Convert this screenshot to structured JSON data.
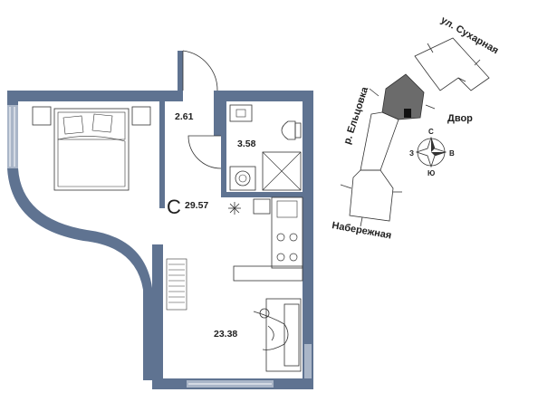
{
  "plan": {
    "room_type": "С",
    "areas": {
      "hall": "2.61",
      "bathroom": "3.58",
      "studio_total": "29.57",
      "living": "23.38"
    }
  },
  "site_map": {
    "streets": {
      "north": "ул. Сухарная",
      "west": "р. Ельцовка",
      "east": "Двор",
      "south": "Набережная"
    },
    "compass": {
      "north": "С",
      "east": "В",
      "south": "Ю",
      "west": "З"
    },
    "highlight_color": "#6b6b6b"
  },
  "colors": {
    "wall": "#5f7391",
    "wall_light": "#aab6c8",
    "line": "#333333"
  }
}
